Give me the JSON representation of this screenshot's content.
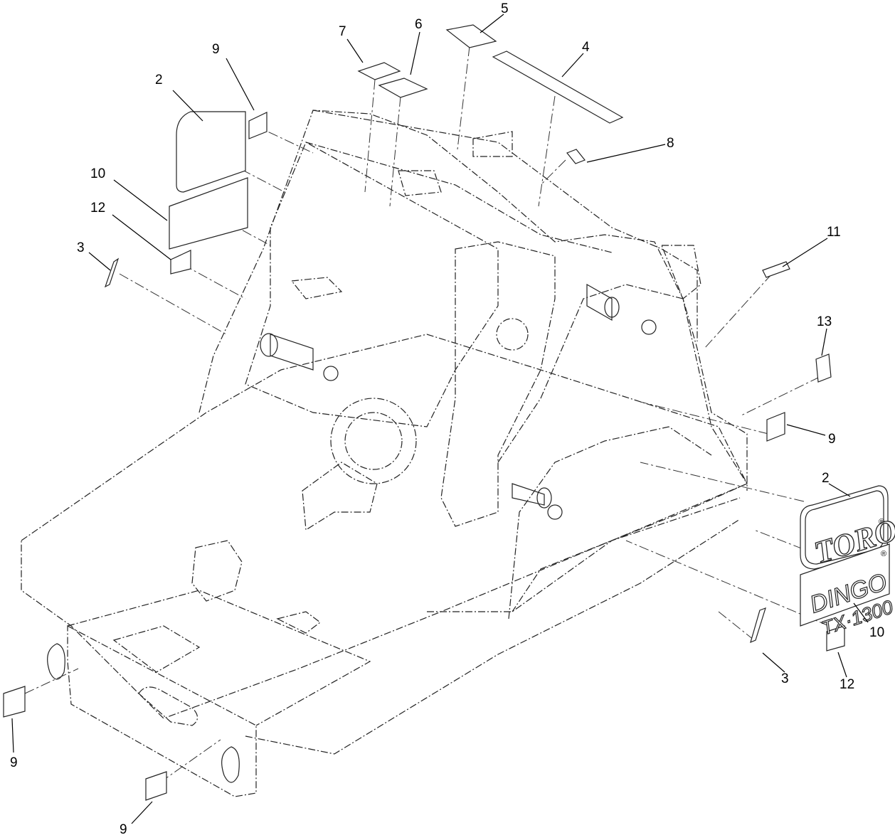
{
  "callouts": [
    {
      "id": "c1",
      "label": "2"
    },
    {
      "id": "c2",
      "label": "9"
    },
    {
      "id": "c3",
      "label": "7"
    },
    {
      "id": "c4",
      "label": "6"
    },
    {
      "id": "c5",
      "label": "5"
    },
    {
      "id": "c6",
      "label": "4"
    },
    {
      "id": "c7",
      "label": "8"
    },
    {
      "id": "c8",
      "label": "10"
    },
    {
      "id": "c9",
      "label": "12"
    },
    {
      "id": "c10",
      "label": "3"
    },
    {
      "id": "c11",
      "label": "11"
    },
    {
      "id": "c12",
      "label": "13"
    },
    {
      "id": "c13",
      "label": "9"
    },
    {
      "id": "c14",
      "label": "2"
    },
    {
      "id": "c15",
      "label": "10"
    },
    {
      "id": "c16",
      "label": "3"
    },
    {
      "id": "c17",
      "label": "12"
    },
    {
      "id": "c18",
      "label": "9"
    },
    {
      "id": "c19",
      "label": "9"
    }
  ],
  "decals": {
    "logo_text": "TORO",
    "logo_mark": "®",
    "model_line1": "DINGO",
    "model_mark": "®",
    "model_line2": "TX·1300"
  }
}
